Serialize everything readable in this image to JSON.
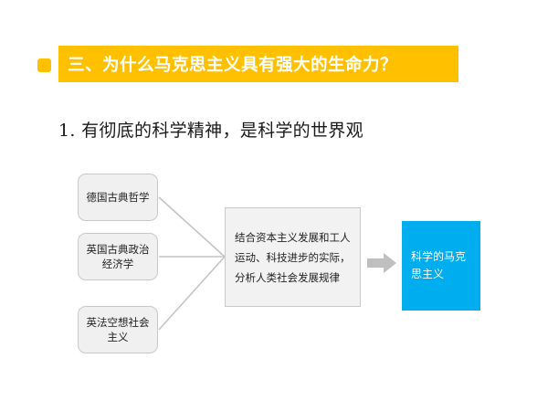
{
  "slide": {
    "background_color": "#FFFFFF",
    "accent_color": "#FFC000",
    "result_color": "#00AEEF",
    "box_fill_color": "#F0F0F0",
    "box_border_color": "#C9C9C9"
  },
  "header": {
    "bullet_icon": "square-bullet-icon",
    "title": "三、为什么马克思主义具有强大的生命力？"
  },
  "subtitle": {
    "text": "1. 有彻底的科学精神，是科学的世界观"
  },
  "diagram": {
    "sources": [
      {
        "id": "german-classical-philosophy",
        "label": "德国古典哲学"
      },
      {
        "id": "british-classical-political-economy",
        "label": "英国古典政治经济学"
      },
      {
        "id": "anglo-french-utopian-socialism",
        "label": "英法空想社会主义"
      }
    ],
    "process": {
      "id": "analysis-process",
      "label": "结合资本主义发展和工人运动、科技进步的实际，分析人类社会发展规律"
    },
    "arrow_icon": "right-block-arrow-icon",
    "result": {
      "id": "scientific-marxism",
      "label": "科学的马克思主义"
    }
  }
}
